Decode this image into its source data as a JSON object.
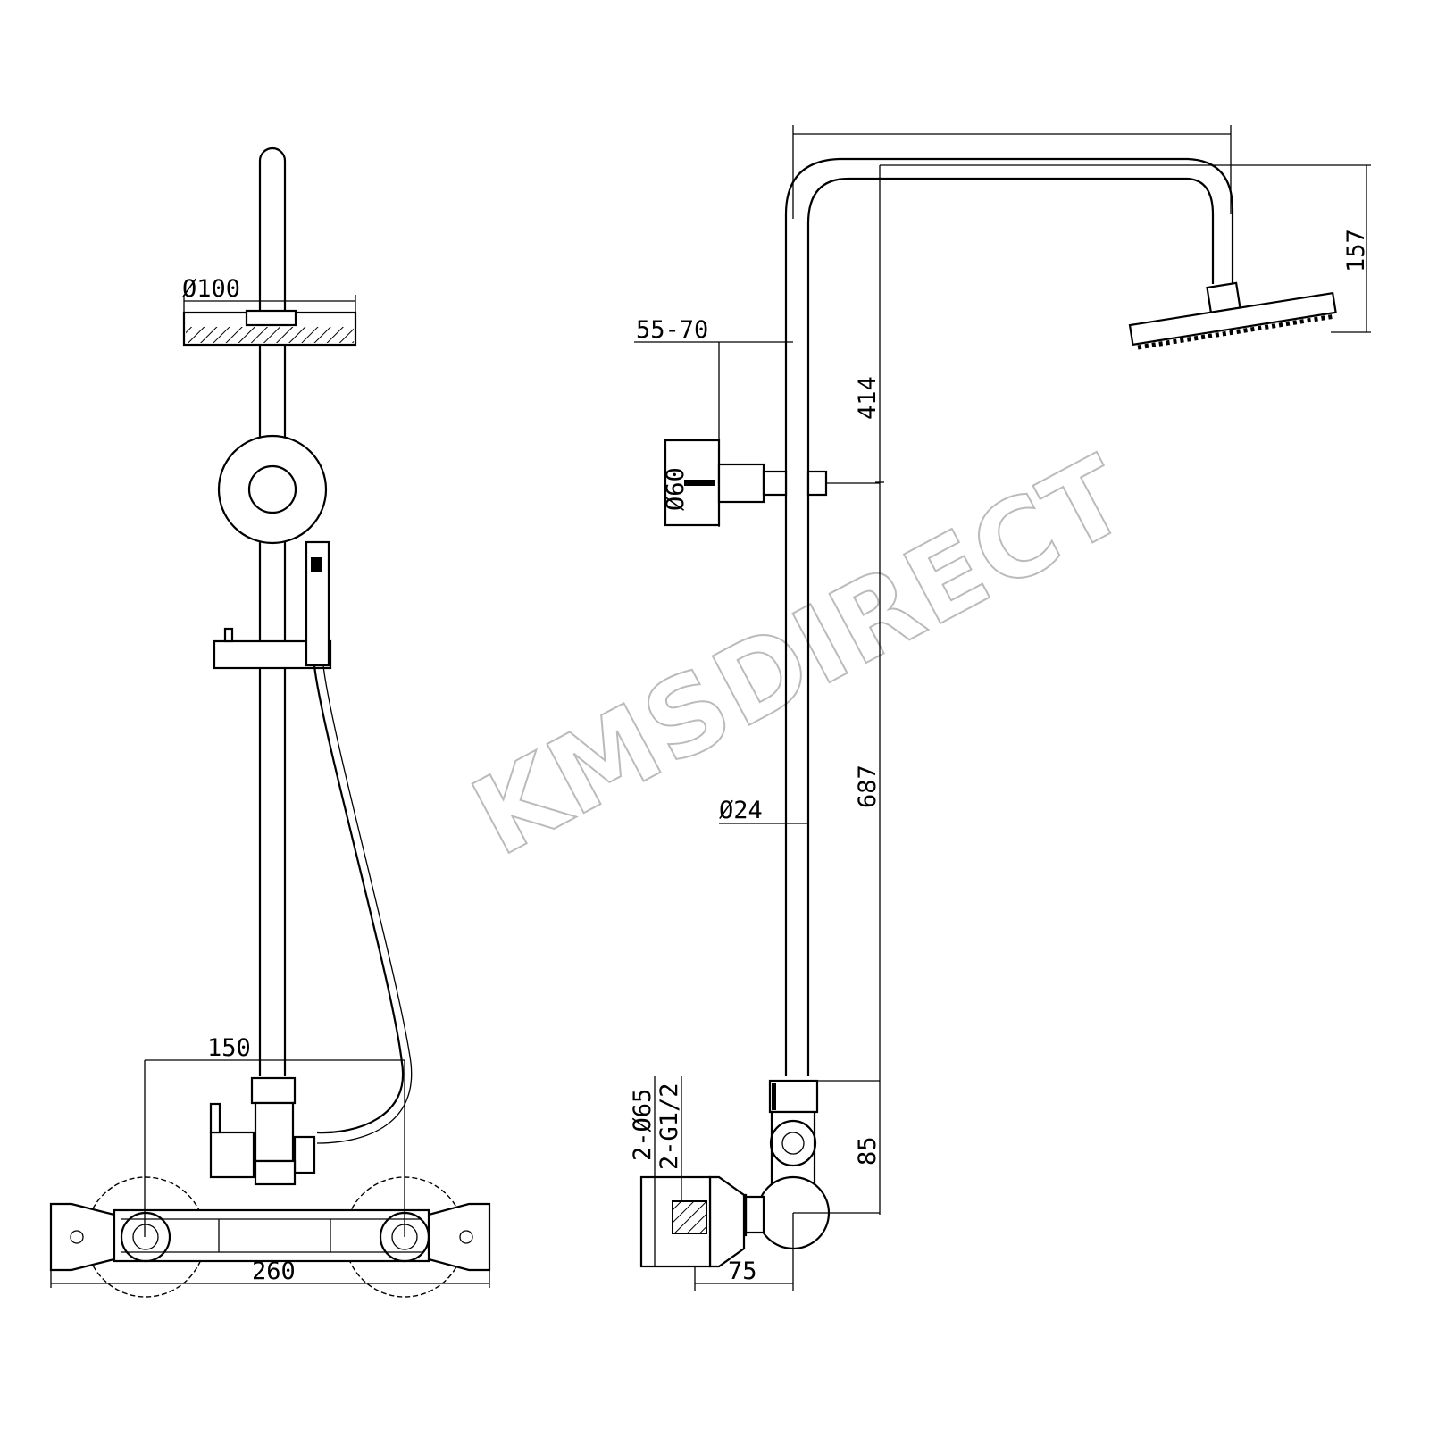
{
  "watermark": "KMSDIRECT",
  "front_view": {
    "head_diameter": "Ø100",
    "inlet_spacing": "150",
    "overall_width": "260"
  },
  "side_view": {
    "arm_projection": "157",
    "wall_bracket_offset": "55-70",
    "bracket_diameter": "Ø60",
    "upper_height": "414",
    "lower_height": "687",
    "rail_diameter": "Ø24",
    "outlet_height": "85",
    "wall_depth": "75",
    "escutcheon": "2-Ø65",
    "thread": "2-G1/2"
  }
}
